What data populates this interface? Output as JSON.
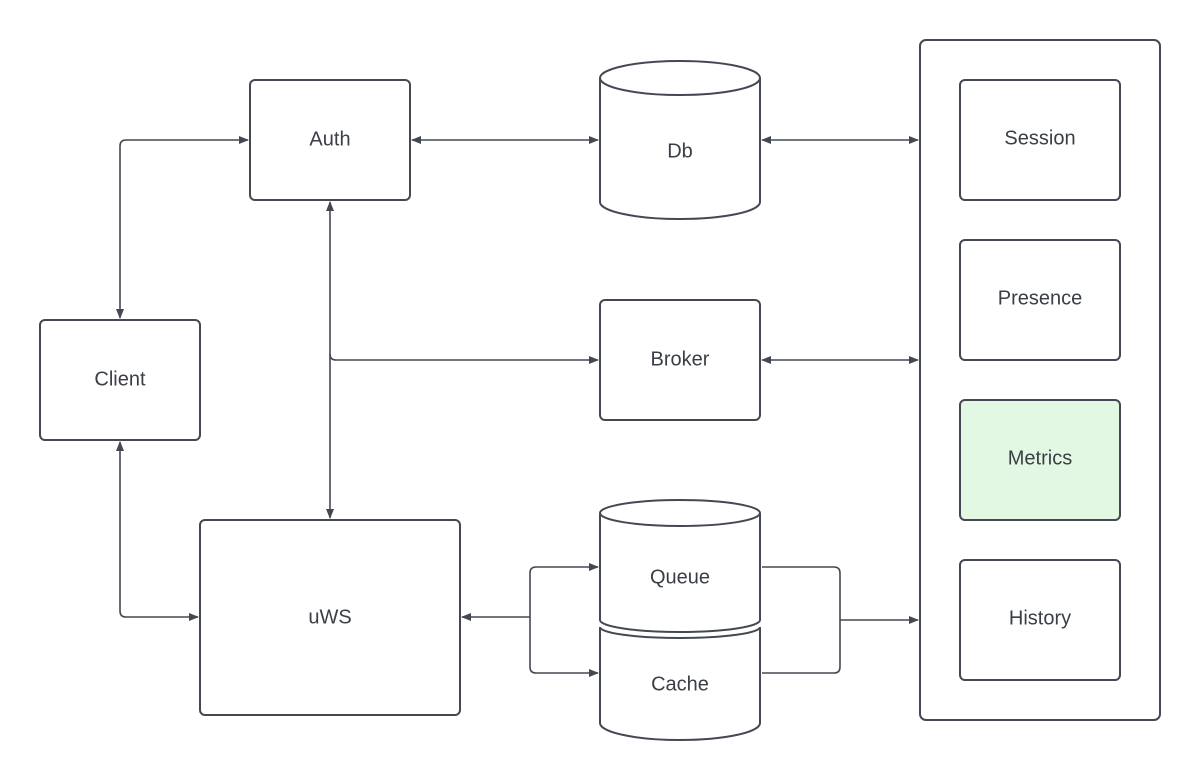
{
  "nodes": {
    "client": "Client",
    "auth": "Auth",
    "uws": "uWS",
    "db": "Db",
    "broker": "Broker",
    "queue": "Queue",
    "cache": "Cache",
    "session": "Session",
    "presence": "Presence",
    "metrics": "Metrics",
    "history": "History"
  },
  "colors": {
    "stroke": "#434852",
    "text": "#3a3f47",
    "metrics_fill": "#e3f8e2",
    "background": "#ffffff"
  },
  "edges": [
    {
      "from": "client",
      "to": "auth",
      "direction": "both"
    },
    {
      "from": "client",
      "to": "uws",
      "direction": "both"
    },
    {
      "from": "auth",
      "to": "db",
      "direction": "both"
    },
    {
      "from": "auth",
      "to": "uws",
      "direction": "both"
    },
    {
      "from": "auth-uws-junction",
      "to": "broker",
      "direction": "forward"
    },
    {
      "from": "db",
      "to": "services-panel",
      "direction": "both"
    },
    {
      "from": "broker",
      "to": "services-panel",
      "direction": "both"
    },
    {
      "from": "uws",
      "to": "queue",
      "direction": "both"
    },
    {
      "from": "uws",
      "to": "cache",
      "direction": "both"
    },
    {
      "from": "queue",
      "to": "services-panel",
      "direction": "forward"
    },
    {
      "from": "cache",
      "to": "services-panel",
      "direction": "forward"
    }
  ]
}
